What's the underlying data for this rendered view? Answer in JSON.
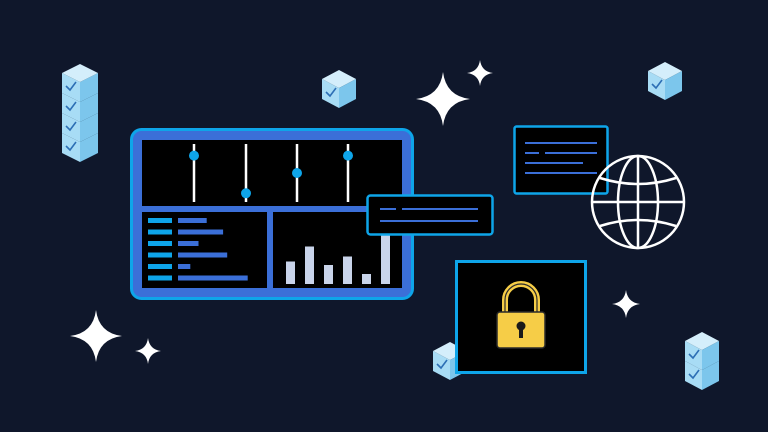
{
  "colors": {
    "background": "#0f172b",
    "panel_fill": "#000000",
    "frame_blue": "#3b6fd8",
    "cyan": "#0ea5e9",
    "light_blue": "#a8dcf5",
    "white": "#ffffff",
    "lock_yellow": "#f6cd47",
    "bar_light": "#c9d4ea"
  },
  "icons": [
    "stacked-check-cubes-icon",
    "check-cube-icon",
    "sparkle-icon",
    "dashboard-icon",
    "sliders-icon",
    "bar-chart-icon",
    "document-card-icon",
    "globe-icon",
    "padlock-icon"
  ],
  "dashboard": {
    "slider_levels": [
      0.8,
      0.15,
      0.5,
      0.8
    ],
    "bar_chart_values": [
      0.45,
      0.75,
      0.38,
      0.55,
      0.2,
      1.0
    ],
    "list_bar_lengths": [
      0.35,
      0.55,
      0.25,
      0.6,
      0.15,
      0.85
    ]
  }
}
